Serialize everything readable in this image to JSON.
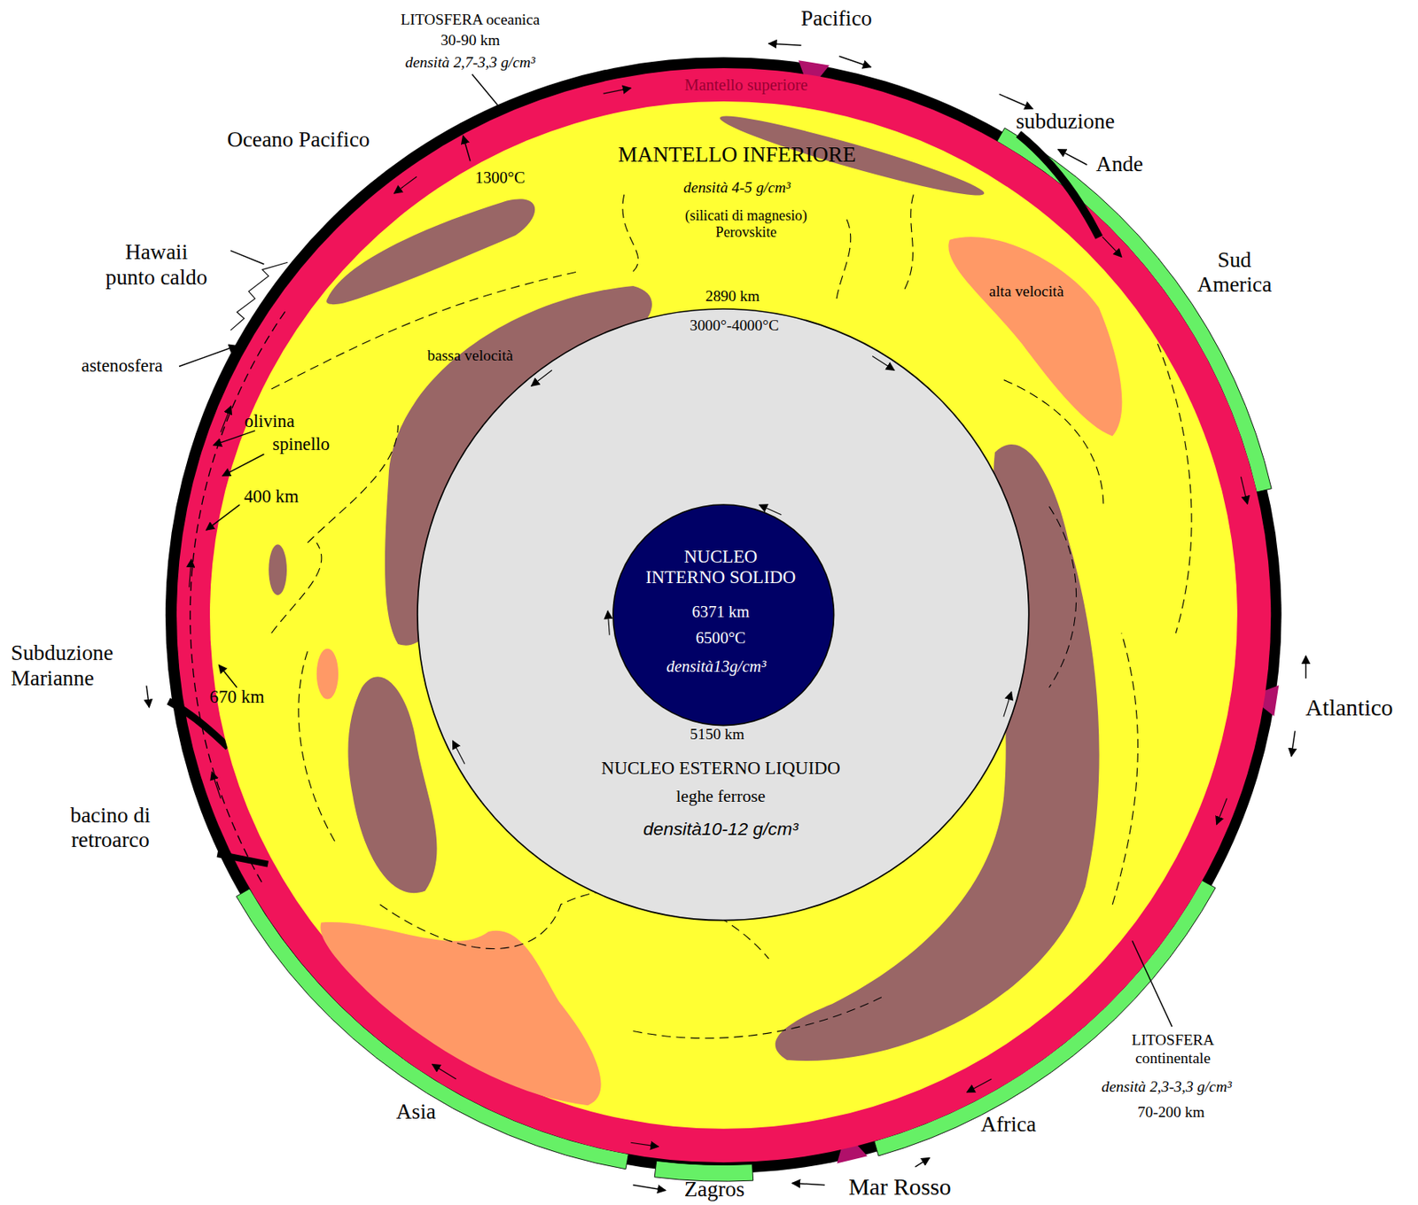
{
  "diagram": {
    "nodes": [
      {
        "text": [
          "Mantello superiore"
        ]
      },
      {
        "text": [
          "MANTELLO INFERIORE",
          "densità 4-5 g/cm³",
          "(silicati di magnesio) Perovskite"
        ],
        "in": 0
      },
      {
        "text": [
          "NUCLEO ESTERNO LIQUIDO",
          "leghe ferrose",
          "densità10-12 g/cm³"
        ],
        "in": 1
      },
      {
        "text": [
          "NUCLEO INTERNO SOLIDO",
          "6371 km",
          "6500°C",
          "densità13g/cm³"
        ],
        "in": 2
      }
    ],
    "labels": [
      "LITOSFERA oceanica",
      "30-90 km",
      "densità 2,7-3,3 g/cm³",
      "Pacifico",
      "Oceano Pacifico",
      "subduzione",
      "Ande",
      "1300°C",
      "Hawaii punto caldo",
      "Sud America",
      "alta velocità",
      "2890 km",
      "3000°-4000°C",
      "bassa velocità",
      "astenosfera",
      "olivina",
      "spinello",
      "400 km",
      "Subduzione Marianne",
      "670 km",
      "5150 km",
      "Atlantico",
      "bacino di retroarco",
      "LITOSFERA continentale",
      "densità 2,3-3,3 g/cm³",
      "70-200 km",
      "Asia",
      "Africa",
      "Zagros",
      "Mar Rosso"
    ]
  }
}
